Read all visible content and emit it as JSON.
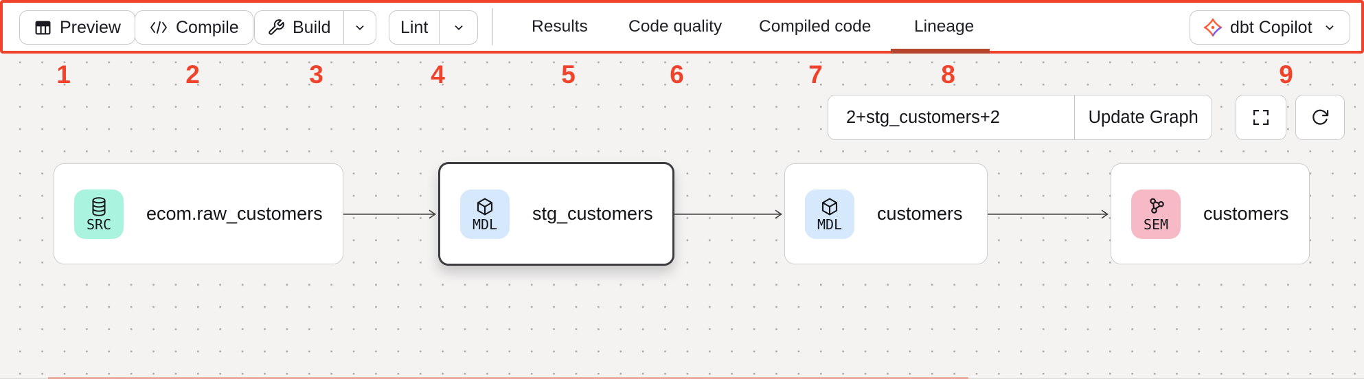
{
  "colors": {
    "annotation_red": "#f0432b",
    "active_tab_underline": "#b5452c",
    "src_badge_bg": "#aaf3de",
    "mdl_badge_bg": "#d6e8fb",
    "sem_badge_bg": "#f6b9c5"
  },
  "toolbar": {
    "preview_label": "Preview",
    "compile_label": "Compile",
    "build_label": "Build",
    "lint_label": "Lint",
    "icons": {
      "preview": "table-grid-icon",
      "compile": "code-brackets-icon",
      "build": "wrench-icon",
      "caret": "chevron-down-icon",
      "copilot": "dbt-logo-icon"
    },
    "tabs": [
      {
        "label": "Results",
        "active": false
      },
      {
        "label": "Code quality",
        "active": false
      },
      {
        "label": "Compiled code",
        "active": false
      },
      {
        "label": "Lineage",
        "active": true
      }
    ],
    "copilot_label": "dbt Copilot"
  },
  "annotations": {
    "numbers": [
      "1",
      "2",
      "3",
      "4",
      "5",
      "6",
      "7",
      "8",
      "9"
    ]
  },
  "graph_controls": {
    "selector_value": "2+stg_customers+2",
    "update_button_label": "Update Graph",
    "icons": {
      "fullscreen": "fullscreen-icon",
      "refresh": "refresh-icon"
    }
  },
  "lineage_graph": {
    "nodes": [
      {
        "badge": "SRC",
        "label": "ecom.raw_customers",
        "icon": "database-icon",
        "selected": false
      },
      {
        "badge": "MDL",
        "label": "stg_customers",
        "icon": "cube-icon",
        "selected": true
      },
      {
        "badge": "MDL",
        "label": "customers",
        "icon": "cube-icon",
        "selected": false
      },
      {
        "badge": "SEM",
        "label": "customers",
        "icon": "semantic-model-icon",
        "selected": false
      }
    ]
  }
}
